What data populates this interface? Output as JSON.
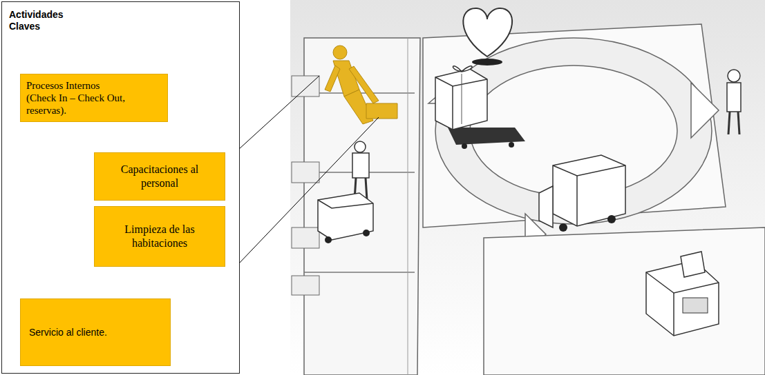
{
  "diagram": {
    "nodes": [
      {
        "text": [
          "Actividades Claves"
        ]
      },
      {
        "text": [
          "Procesos Internos (Check In – Check Out, reservas)."
        ],
        "in": 0
      },
      {
        "text": [
          "Capacitaciones al personal"
        ],
        "in": 0
      },
      {
        "text": [
          "Limpieza de las habitaciones"
        ],
        "in": 0
      },
      {
        "text": [
          "Servicio al cliente."
        ],
        "in": 0
      }
    ]
  }
}
